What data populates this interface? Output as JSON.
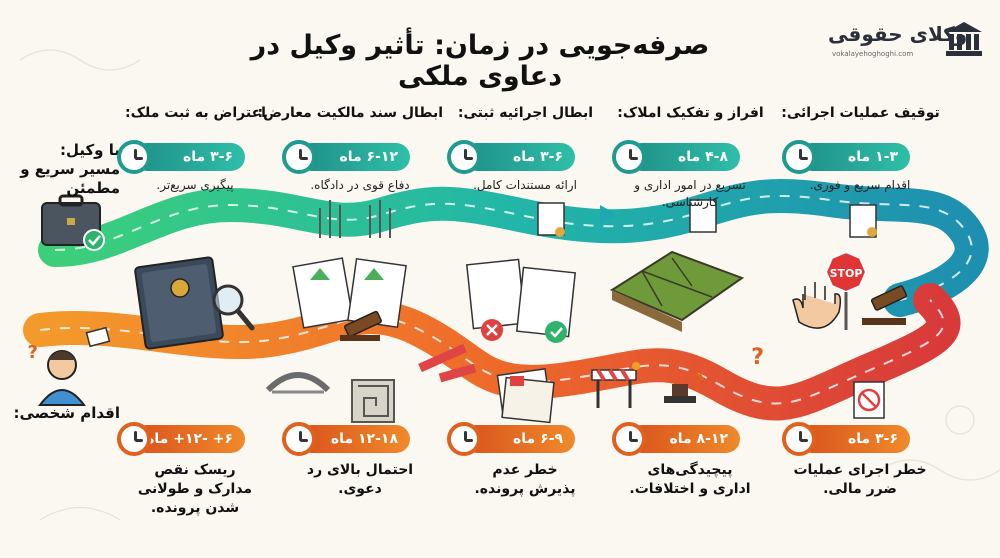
{
  "title": "صرفه‌جویی در زمان: تأثیر وکیل در دعاوی ملکی",
  "logo": {
    "brand": "وکلای حقوقی",
    "url": "vokalayehoghoghi.com"
  },
  "lawyer_label": "با وکیل:\nمسیر سریع و\nمطمئن",
  "personal_label": "اقدام شخصی:",
  "colors": {
    "green": "#1f9a8e",
    "orange": "#e0601d"
  },
  "columns": [
    {
      "title": "توقیف عملیات اجرائی:",
      "lawyer_time": "۱-۳ ماه",
      "lawyer_desc": "اقدام سریع و فوری.",
      "personal_time": "۳-۶ ماه",
      "personal_desc": "خطر اجرای عملیات\nضرر مالی."
    },
    {
      "title": "افراز و تفکیک املاک:",
      "lawyer_time": "۴-۸ ماه",
      "lawyer_desc": "تسریع در امور اداری و\nکارشناسی.",
      "personal_time": "۸-۱۲ ماه",
      "personal_desc": "پیچیدگی‌های\nاداری و اختلافات."
    },
    {
      "title": "ابطال اجرائیه ثبتی:",
      "lawyer_time": "۳-۶ ماه",
      "lawyer_desc": "ارائه مستندات کامل.",
      "personal_time": "۶-۹ ماه",
      "personal_desc": "خطر عدم\nپذیرش پرونده."
    },
    {
      "title": "ابطال سند مالکیت معارض:",
      "lawyer_time": "۶-۱۲ ماه",
      "lawyer_desc": "دفاع قوی در دادگاه.",
      "personal_time": "۱۲-۱۸ ماه",
      "personal_desc": "احتمال بالای رد\nدعوی."
    },
    {
      "title": "اعتراض به ثبت ملک:",
      "lawyer_time": "۳-۶ ماه",
      "lawyer_desc": "پیگیری سریع‌تر.",
      "personal_time": "۶+ -۱۲+ ماه",
      "personal_desc": "ریسک نقص\nمدارک و طولانی\nشدن پرونده."
    }
  ]
}
